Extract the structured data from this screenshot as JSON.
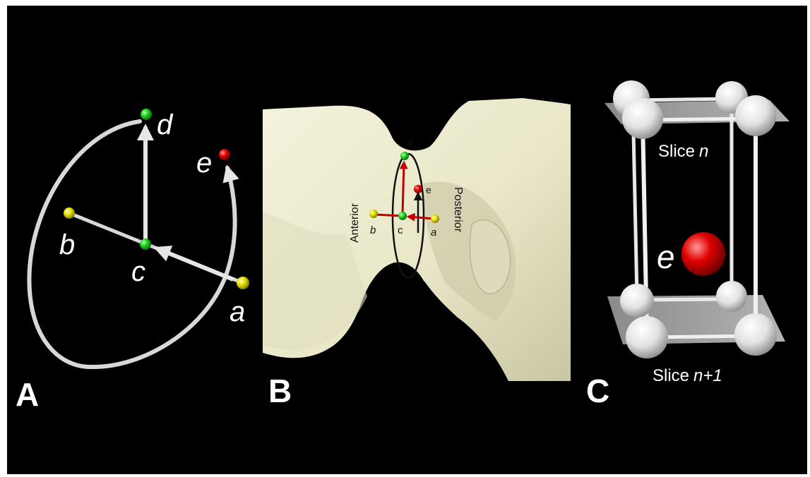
{
  "panels": {
    "a": {
      "letter": "A",
      "points": {
        "a": "a",
        "b": "b",
        "c": "c",
        "d": "d",
        "e": "e"
      }
    },
    "b": {
      "letter": "B",
      "points": {
        "a": "a",
        "b": "b",
        "c": "c",
        "d": "d",
        "e": "e"
      },
      "anterior": "Anterior",
      "posterior": "Posterior"
    },
    "c": {
      "letter": "C",
      "slice_label": "Slice",
      "slice_n": "n",
      "slice_n1_label": "Slice",
      "slice_n1": "n+1",
      "point_e": "e"
    }
  },
  "colors": {
    "background": "#000000",
    "green_point": "#1dd11d",
    "yellow_point": "#e8e000",
    "red_point": "#e00000",
    "red_arrow": "#c00000",
    "bone": "#efedcf"
  }
}
